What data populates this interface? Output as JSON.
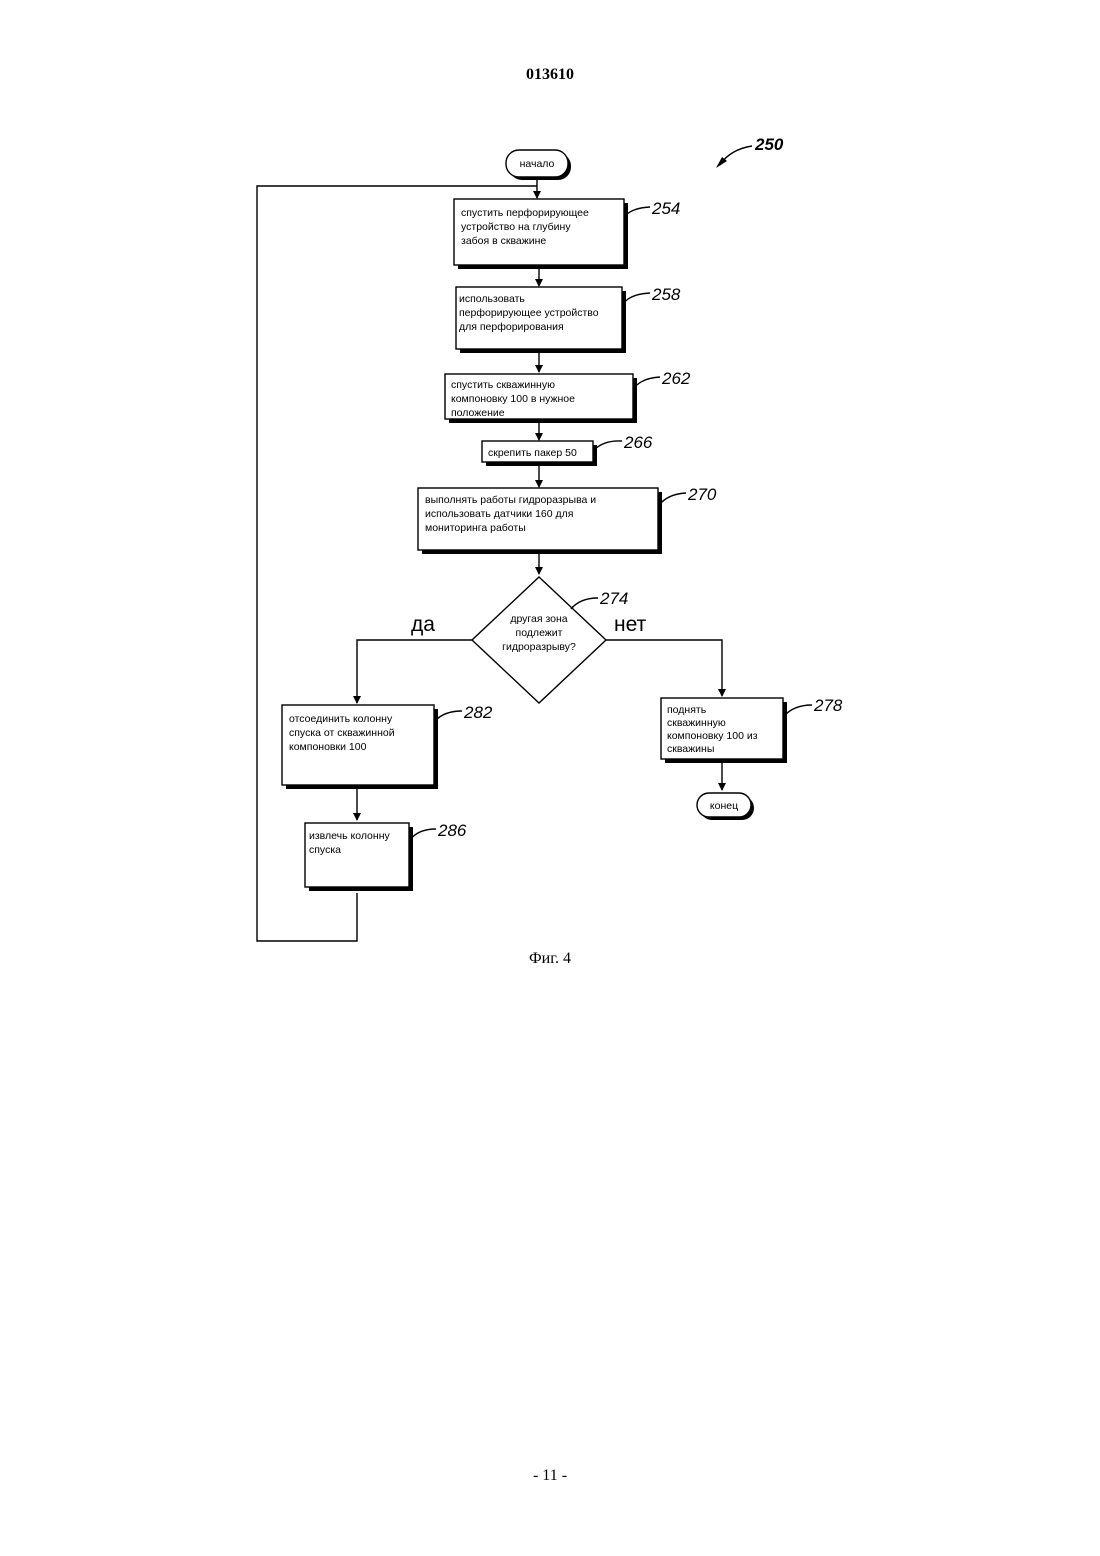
{
  "header": {
    "doc_number": "013610"
  },
  "footer": {
    "page": "- 11 -"
  },
  "figure": {
    "caption": "Фиг. 4",
    "ref": "250",
    "start": "начало",
    "end": "конец",
    "steps": {
      "s254": {
        "ref": "254",
        "lines": [
          "спустить перфорирующее",
          "устройство на глубину",
          "забоя в скважине"
        ]
      },
      "s258": {
        "ref": "258",
        "lines": [
          "использовать",
          "перфорирующее устройство",
          "для перфорирования"
        ]
      },
      "s262": {
        "ref": "262",
        "lines": [
          "спустить скважинную",
          "компоновку 100 в нужное",
          "положение"
        ]
      },
      "s266": {
        "ref": "266",
        "lines": [
          "скрепить пакер 50"
        ]
      },
      "s270": {
        "ref": "270",
        "lines": [
          "выполнять работы гидроразрыва и",
          "использовать датчики 160 для",
          "мониторинга работы"
        ]
      },
      "d274": {
        "ref": "274",
        "lines": [
          "другая зона",
          "подлежит",
          "гидроразрыву?"
        ]
      },
      "s282": {
        "ref": "282",
        "lines": [
          "отсоединить колонну",
          "спуска от скважинной",
          "компоновки 100"
        ]
      },
      "s286": {
        "ref": "286",
        "lines": [
          "извлечь колонну",
          "спуска"
        ]
      },
      "s278": {
        "ref": "278",
        "lines": [
          "поднять",
          "скважинную",
          "компоновку 100 из",
          "скважины"
        ]
      }
    },
    "branch_yes": "да",
    "branch_no": "нет"
  }
}
